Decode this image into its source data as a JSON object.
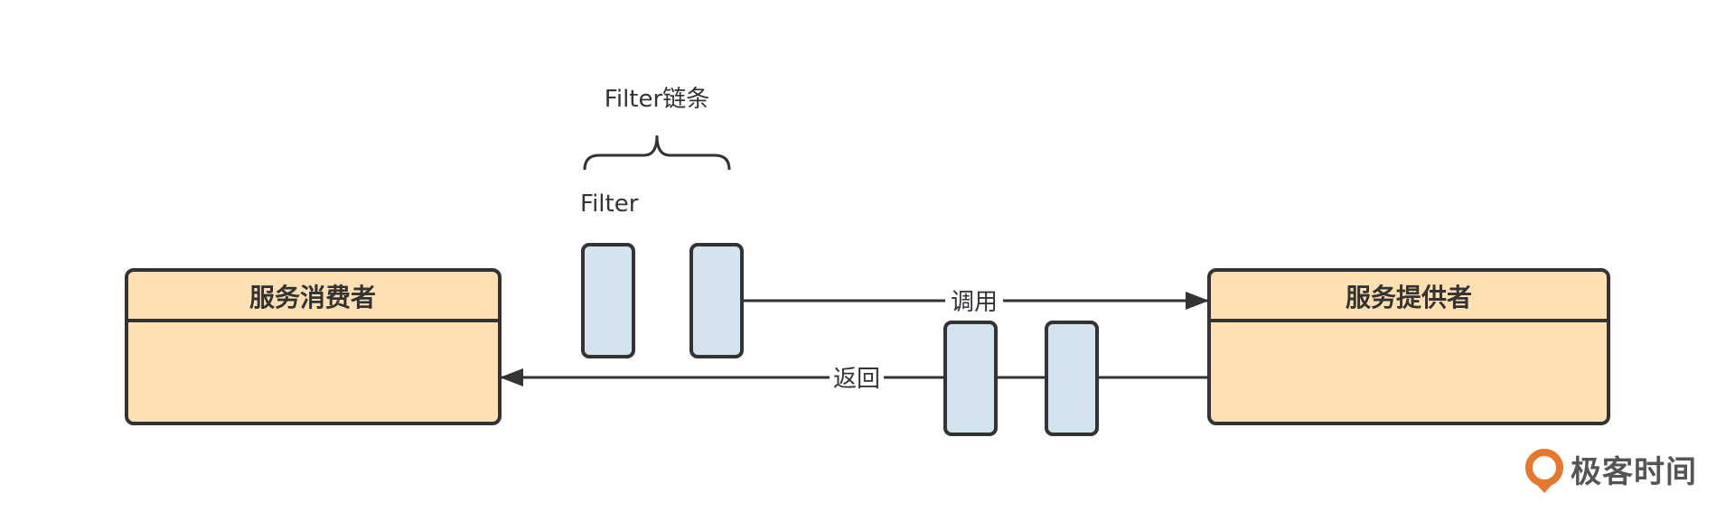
{
  "diagram": {
    "consumer": {
      "title": "服务消费者",
      "fill": "#FFE0B2",
      "stroke": "#333333"
    },
    "provider": {
      "title": "服务提供者",
      "fill": "#FFE0B2",
      "stroke": "#333333"
    },
    "filter_fill": "#D4E4EF",
    "filter_chain_label": "Filter链条",
    "filter_label": "Filter",
    "edges": {
      "call_label": "调用",
      "return_label": "返回"
    }
  },
  "brand": {
    "name": "极客时间",
    "accent": "#E8772E"
  }
}
